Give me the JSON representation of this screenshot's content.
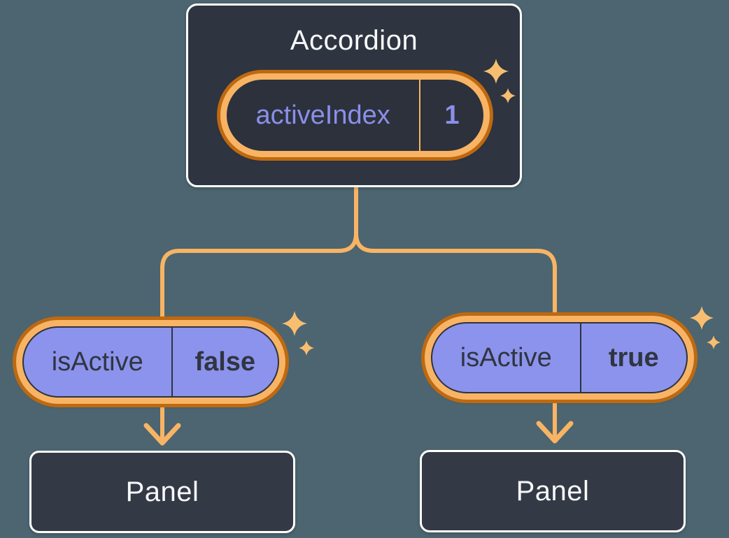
{
  "diagram": {
    "description": "Component tree diagram: parent component holding state, passing props to two children rendering panels",
    "root": {
      "title": "Accordion",
      "state": {
        "name": "activeIndex",
        "value": "1"
      }
    },
    "children": [
      {
        "prop": {
          "name": "isActive",
          "value": "false"
        },
        "panel_label": "Panel"
      },
      {
        "prop": {
          "name": "isActive",
          "value": "true"
        },
        "panel_label": "Panel"
      }
    ]
  },
  "icons": {
    "sparkles": "four-point-star-sparkles",
    "arrow": "downward-arrow-connector"
  },
  "colors": {
    "background": "#4C6570",
    "component_box_fill": "#2E3440",
    "panel_box_fill": "#333A45",
    "box_border": "#FFFFFF",
    "title_text": "#F7F8FA",
    "ring_outer_orange": "#BE6910",
    "ring_inner_orange": "#F8B464",
    "connector_line": "#F8B464",
    "sparkle": "#F8BE70",
    "prop_pill_fill": "#8B93EC",
    "state_text_purple": "#8A90E8",
    "prop_text_dark": "#303540",
    "prop_pill_outline": "#2F333D"
  }
}
